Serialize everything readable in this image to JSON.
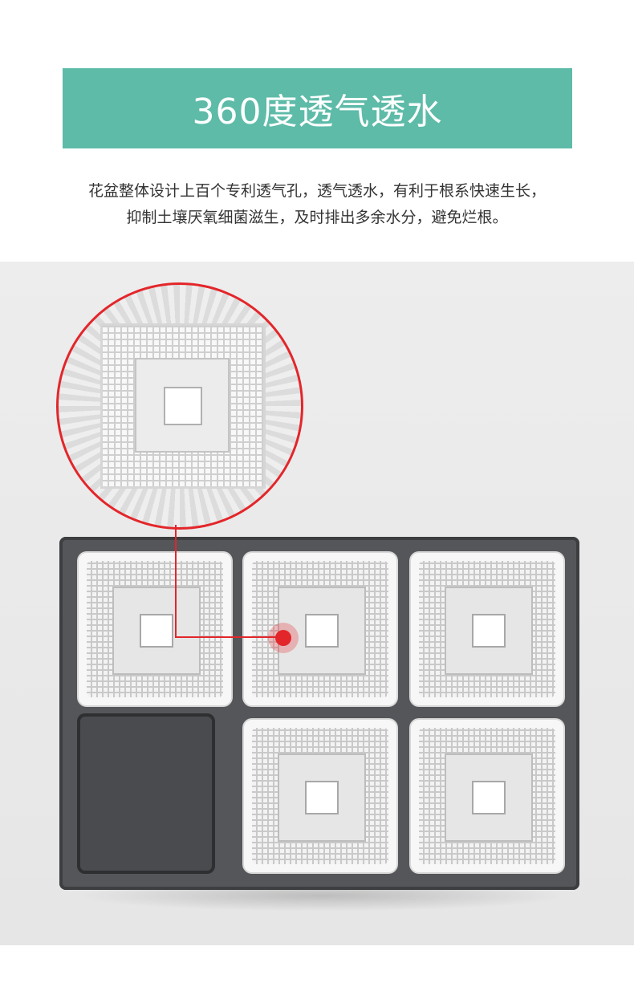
{
  "title": "360度透气透水",
  "description": {
    "line1": "花盆整体设计上百个专利透气孔，透气透水，有利于根系快速生长，",
    "line2": "抑制土壤厌氧细菌滋生，及时排出多余水分，避免烂根。"
  },
  "colors": {
    "banner": "#5dbba8",
    "accent": "#e3262a",
    "tray": "#555659"
  },
  "illustration": {
    "subject": "planting tray with breathable pots",
    "pot_count": 5,
    "zoom_detail": "pot-breathing-holes"
  }
}
